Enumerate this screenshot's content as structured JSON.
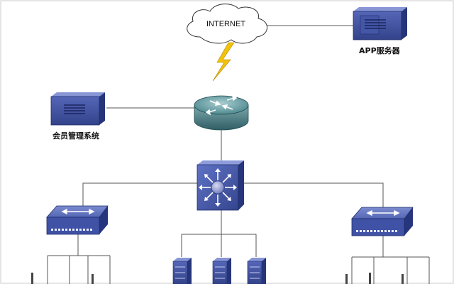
{
  "labels": {
    "internet": "INTERNET",
    "app_server": "APP服务器",
    "member_system": "会员管理系统"
  },
  "colors": {
    "server_blue": "#3b4f9c",
    "router_teal": "#2e6b73",
    "switch_blue": "#3f52a6",
    "lightning": "#f2c20c",
    "line": "#555555"
  },
  "icons": {
    "cloud": "internet-cloud-icon",
    "router": "router-icon",
    "core_switch": "core-switch-icon",
    "app_server": "server-icon",
    "member_server": "server-icon"
  }
}
